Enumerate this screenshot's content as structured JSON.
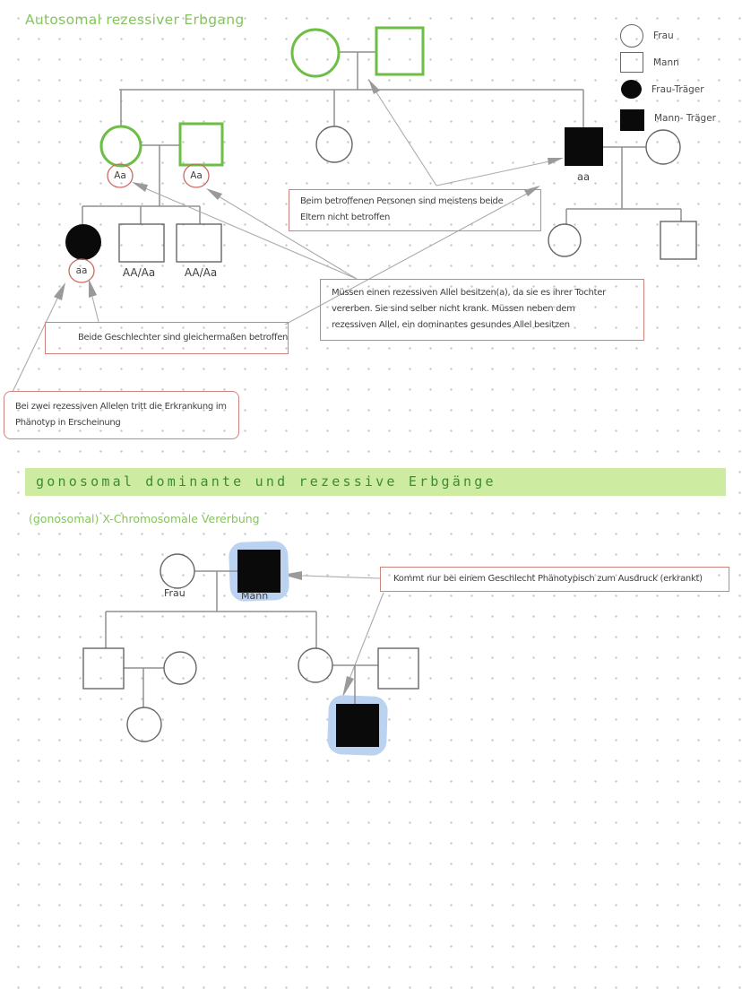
{
  "page": {
    "title": "Autosomal rezessiver Erbgang",
    "section_heading": "gonosomal dominante und rezessive Erbgänge",
    "section_subheading": "(gonosomal) X-Chromosomale Vererbung"
  },
  "legend": {
    "items": [
      {
        "symbol": "circle-outline",
        "label": "Frau"
      },
      {
        "symbol": "square-outline",
        "label": "Mann"
      },
      {
        "symbol": "circle-filled",
        "label": "Frau-Träger"
      },
      {
        "symbol": "square-filled",
        "label": "Mann- Träger"
      }
    ]
  },
  "pedigree1": {
    "genotypes": {
      "mother": "Aa",
      "father": "Aa",
      "affected_daughter": "aa",
      "son_left": "AA/Aa",
      "son_right": "AA/Aa",
      "affected_man": "aa"
    },
    "annotations": {
      "parents_unaffected": {
        "lines": [
          "Beim betroffenen Personen sind meistens beide",
          "Eltern nicht betroffen"
        ]
      },
      "carrier_explanation": {
        "lines": [
          "Müssen einen rezessiven Allel besitzen(a), da  sie es ihrer Tochter",
          "vererben. Sie sind selber nicht krank. Müssen neben dem",
          "rezessiven Allel, ein dominantes gesundes Allel besitzen"
        ]
      },
      "both_sexes": {
        "lines": [
          "Beide Geschlechter sind gleichermaßen betroffen"
        ]
      },
      "two_recessive_alleles": {
        "lines": [
          "Bei zwei rezessiven Allelen tritt die Erkrankung im",
          "Phänotyp in Erscheinung"
        ]
      }
    }
  },
  "pedigree2": {
    "labels": {
      "mother": "Frau",
      "father": "Mann"
    },
    "annotations": {
      "one_sex_expression": {
        "lines": [
          "Kommt nur bei einem Geschlecht Phänotypisch zum Ausdruck (erkrankt)"
        ]
      }
    }
  },
  "colors": {
    "accent_green": "#86c45d",
    "pedigree_green": "#6cbe45",
    "heading_band_bg": "#cdeca2",
    "heading_band_text": "#3d8b37",
    "annotation_border": "#d0827c",
    "genotype_circle_red": "#c96a62",
    "carrier_highlight_blue": "#bcd2f1",
    "ink": "#3f3f3f"
  }
}
